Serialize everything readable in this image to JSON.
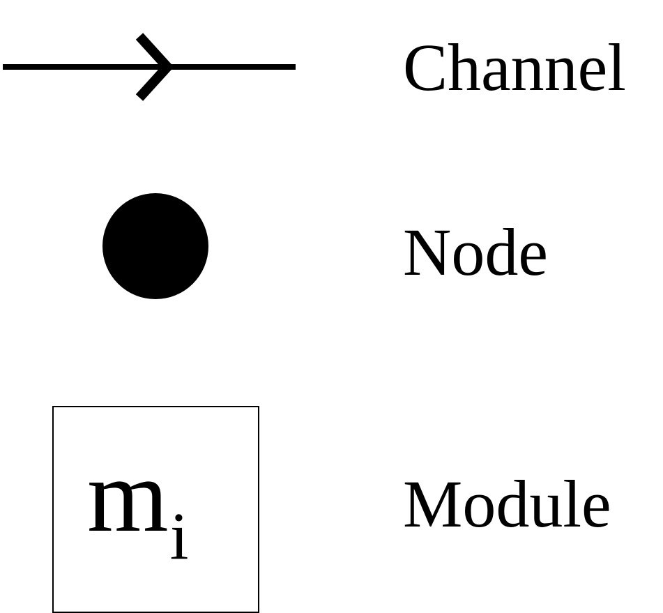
{
  "legend": {
    "items": [
      {
        "symbol": "arrow-line-icon",
        "label": "Channel"
      },
      {
        "symbol": "filled-circle-icon",
        "label": "Node"
      },
      {
        "symbol": "square-box-icon",
        "label": "Module",
        "glyph": "m",
        "glyph_subscript": "i"
      }
    ]
  },
  "colors": {
    "stroke": "#000000",
    "background": "#ffffff"
  }
}
